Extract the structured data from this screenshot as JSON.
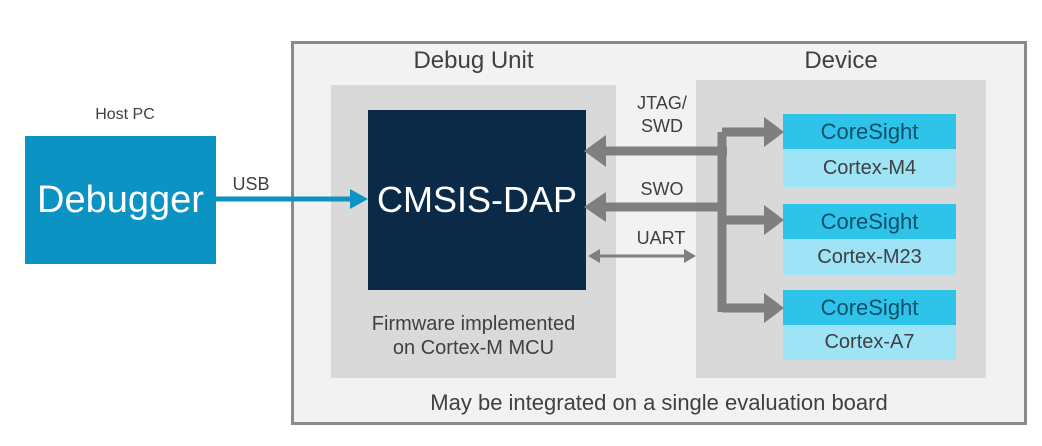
{
  "host_pc_label": "Host PC",
  "debugger_label": "Debugger",
  "usb_label": "USB",
  "debug_unit_title": "Debug Unit",
  "device_title": "Device",
  "cmsis_dap_label": "CMSIS-DAP",
  "firmware_line1": "Firmware implemented",
  "firmware_line2": "on Cortex-M MCU",
  "jtag_line1": "JTAG/",
  "jtag_line2": "SWD",
  "swo_label": "SWO",
  "uart_label": "UART",
  "devices": [
    {
      "top": "CoreSight",
      "bottom": "Cortex-M4"
    },
    {
      "top": "CoreSight",
      "bottom": "Cortex-M23"
    },
    {
      "top": "CoreSight",
      "bottom": "Cortex-A7"
    }
  ],
  "footer_note": "May be integrated on a single evaluation board",
  "colors": {
    "debugger_blue": "#0b93c4",
    "cmsis_navy": "#0b2a48",
    "coresight_cyan": "#2ec4ea",
    "cortex_light_cyan": "#9ee3f6",
    "connector_gray": "#7f7f7f"
  }
}
